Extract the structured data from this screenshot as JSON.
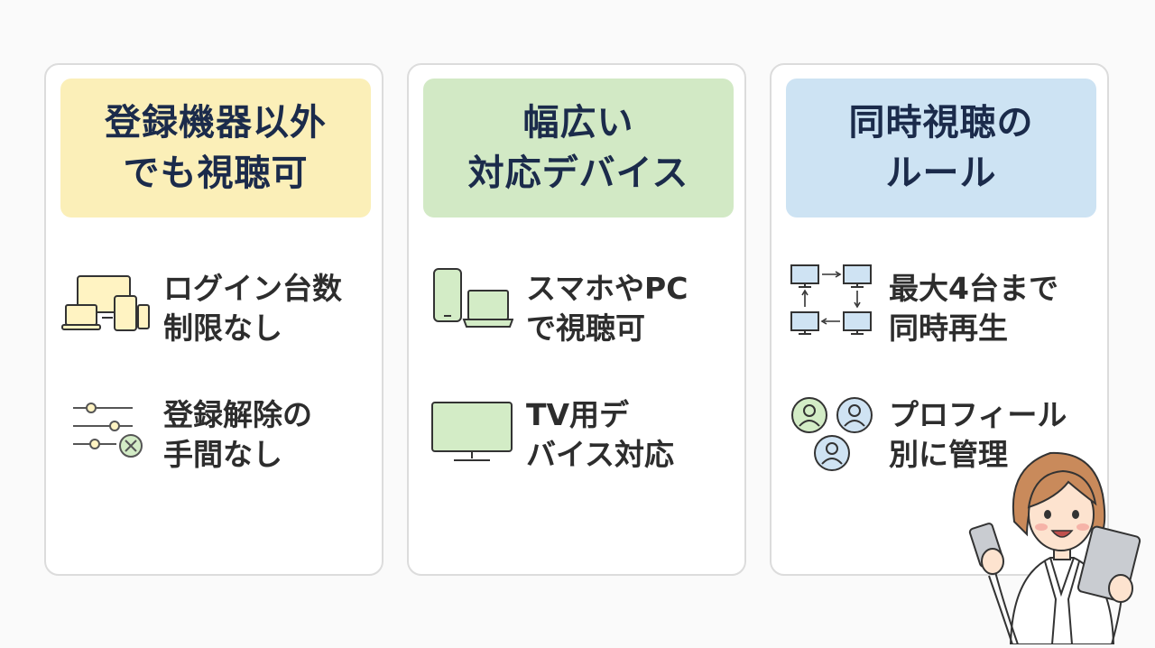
{
  "colors": {
    "header_yellow": "#fbefb8",
    "header_green": "#d2e9c5",
    "header_blue": "#cde3f3",
    "title_text": "#1b2b4b",
    "body_text": "#2d2d2d",
    "icon_yellow": "#fff3c2",
    "icon_green": "#d3ecc6",
    "icon_blue": "#cfe3f3"
  },
  "cards": [
    {
      "title": [
        "登録機器以外",
        "でも視聴可"
      ],
      "features": [
        {
          "icon": "devices-icon",
          "lines": [
            "ログイン台数",
            "制限なし"
          ]
        },
        {
          "icon": "sliders-icon",
          "lines": [
            "登録解除の",
            "手間なし"
          ]
        }
      ]
    },
    {
      "title": [
        "幅広い",
        "対応デバイス"
      ],
      "features": [
        {
          "icon": "phone-laptop-icon",
          "lines": [
            "スマホやPC",
            "で視聴可"
          ]
        },
        {
          "icon": "tv-icon",
          "lines": [
            "TV用デ",
            "バイス対応"
          ]
        }
      ]
    },
    {
      "title": [
        "同時視聴の",
        "ルール"
      ],
      "features": [
        {
          "icon": "four-screens-icon",
          "lines": [
            "最大4台まで",
            "同時再生"
          ]
        },
        {
          "icon": "profiles-icon",
          "lines": [
            "プロフィール",
            "別に管理"
          ]
        }
      ]
    }
  ]
}
